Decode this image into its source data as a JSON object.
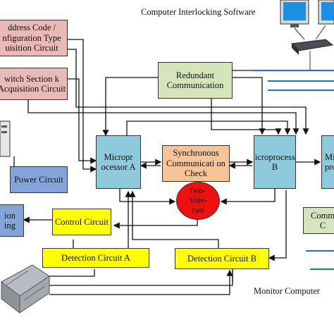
{
  "labels": {
    "software_title": "Computer Interlocking Software",
    "monitor_title": "Monitor Computer"
  },
  "blocks": {
    "address_code": "ddress Code / nfiguration Type uisition Circuit",
    "switch_section": "witch Section k Acquisition Circuit",
    "redundant_comm": "Redundant Communication",
    "micro_a": "Micropr ocessor A",
    "sync_comm": "Synchronous Communicati on Check",
    "micro_b": "Microprocessor B",
    "micro_c": "Mi pro",
    "power": "Power Circuit",
    "left_partial": "ion ing",
    "vote": "two- Vote- two",
    "control": "Control Circuit",
    "comm_right": "Comm C",
    "detect_a": "Detection Circuit A",
    "detect_b": "Detection Circuit B"
  },
  "colors": {
    "pink": "#e9b9b5",
    "green": "#d6e4bc",
    "light_blue": "#8fc9dc",
    "blue": "#84a4d9",
    "orange": "#f7c49a",
    "yellow": "#ffff00",
    "red": "#ee1111",
    "bus_blue": "#1f6fd1"
  }
}
